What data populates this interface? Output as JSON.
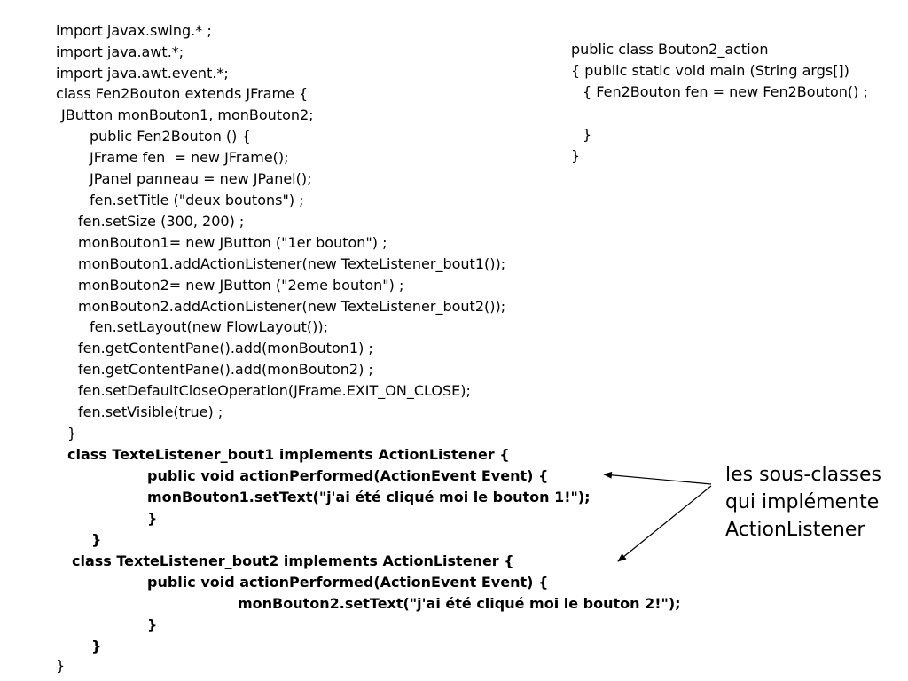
{
  "main_code": [
    {
      "text": "import javax.swing.* ;",
      "bold": false
    },
    {
      "text": "import java.awt.*;",
      "bold": false
    },
    {
      "text": "import java.awt.event.*;",
      "bold": false
    },
    {
      "text": "class Fen2Bouton extends JFrame {",
      "bold": false
    },
    {
      "text": "JButton monBouton1, monBouton2;",
      "bold": false
    },
    {
      "text": "public Fen2Bouton () {",
      "bold": false
    },
    {
      "text": "JFrame fen  = new JFrame();",
      "bold": false
    },
    {
      "text": "JPanel panneau = new JPanel();",
      "bold": false
    },
    {
      "text": "fen.setTitle (\"deux boutons\") ;",
      "bold": false
    },
    {
      "text": "fen.setSize (300, 200) ;",
      "bold": false
    },
    {
      "text": "monBouton1= new JButton (\"1er bouton\") ;",
      "bold": false
    },
    {
      "text": "monBouton1.addActionListener(new TexteListener_bout1());",
      "bold": false
    },
    {
      "text": "monBouton2= new JButton (\"2eme bouton\") ;",
      "bold": false
    },
    {
      "text": "monBouton2.addActionListener(new TexteListener_bout2());",
      "bold": false
    },
    {
      "text": "fen.setLayout(new FlowLayout());",
      "bold": false
    },
    {
      "text": "fen.getContentPane().add(monBouton1) ;",
      "bold": false
    },
    {
      "text": "fen.getContentPane().add(monBouton2) ;",
      "bold": false
    },
    {
      "text": "fen.setDefaultCloseOperation(JFrame.EXIT_ON_CLOSE);",
      "bold": false
    },
    {
      "text": "fen.setVisible(true) ;",
      "bold": false
    },
    {
      "text": "}",
      "bold": false
    },
    {
      "text": "class TexteListener_bout1 implements ActionListener {",
      "bold": true
    },
    {
      "text": "public void actionPerformed(ActionEvent Event) {",
      "bold": true
    },
    {
      "text": "monBouton1.setText(\"j'ai été cliqué moi le bouton 1!\");",
      "bold": true
    },
    {
      "text": "}",
      "bold": true
    },
    {
      "text": "}",
      "bold": true
    },
    {
      "text": "class TexteListener_bout2 implements ActionListener {",
      "bold": true
    },
    {
      "text": "public void actionPerformed(ActionEvent Event) {",
      "bold": true
    },
    {
      "text": "monBouton2.setText(\"j'ai été cliqué moi le bouton 2!\");",
      "bold": true
    },
    {
      "text": "}",
      "bold": true
    },
    {
      "text": "}",
      "bold": true
    },
    {
      "text": "}",
      "bold": false
    }
  ],
  "side_code": [
    "public class Bouton2_action",
    "{ public static void main (String args[])",
    "{ Fen2Bouton fen = new Fen2Bouton() ;",
    "}",
    "}"
  ],
  "annotation": [
    "les sous-classes",
    "qui implémente",
    "ActionListener"
  ],
  "colors": {
    "text": "#000000",
    "background": "#ffffff"
  }
}
